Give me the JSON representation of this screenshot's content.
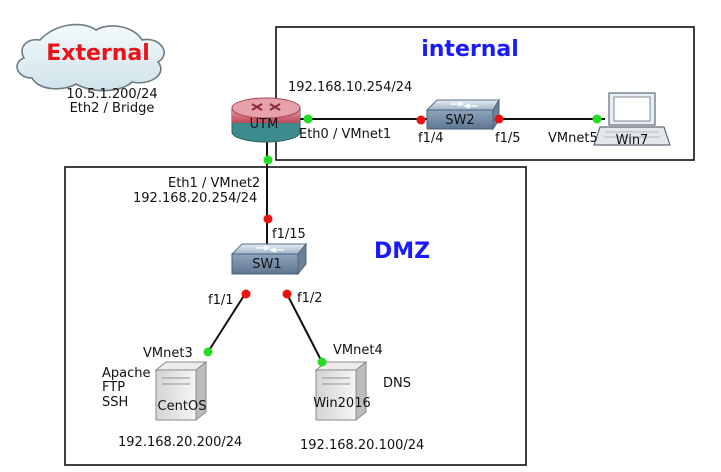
{
  "external": {
    "title": "External",
    "addr": "10.5.1.200/24",
    "iface": "Eth2 / Bridge"
  },
  "internal": {
    "title": "internal",
    "subnet": "192.168.10.254/24"
  },
  "dmz": {
    "title": "DMZ"
  },
  "utm": {
    "name": "UTM",
    "eth0": "Eth0 / VMnet1",
    "eth1": "Eth1 / VMnet2",
    "eth1_addr": "192.168.20.254/24"
  },
  "sw2": {
    "name": "SW2",
    "port_a": "f1/4",
    "port_b": "f1/5"
  },
  "win7": {
    "name": "Win7",
    "vmnet": "VMnet5"
  },
  "sw1": {
    "name": "SW1",
    "uplink": "f1/15",
    "port_a": "f1/1",
    "port_b": "f1/2"
  },
  "centos": {
    "name": "CentOS",
    "vmnet": "VMnet3",
    "services": [
      "Apache",
      "FTP",
      "SSH"
    ],
    "addr": "192.168.20.200/24"
  },
  "win2016": {
    "name": "Win2016",
    "vmnet": "VMnet4",
    "service": "DNS",
    "addr": "192.168.20.100/24"
  },
  "colors": {
    "zone_title": "#1a1aff",
    "external_title": "#e8141a",
    "port_up": "#22dd22",
    "port_down": "#ee1111"
  }
}
